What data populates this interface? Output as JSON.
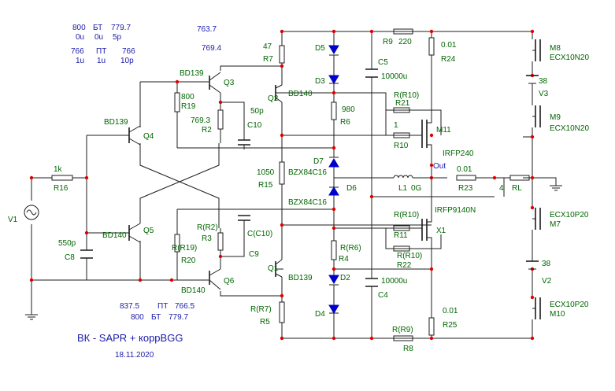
{
  "title": "ВК - SAPR + коррBGG",
  "date": "18.11.2020",
  "annotations": {
    "top_row1": [
      "800",
      "БТ",
      "779.7"
    ],
    "top_row2": [
      "0u",
      "0u",
      "5p"
    ],
    "top_row3": [
      "766",
      "ПТ",
      "766"
    ],
    "top_row4": [
      "1u",
      "1u",
      "10p"
    ],
    "v1": "763.7",
    "v2": "769.4",
    "bot_row1": [
      "837.5",
      "ПТ",
      "766.5"
    ],
    "bot_row2": [
      "800",
      "БТ",
      "779.7"
    ]
  },
  "labels": {
    "V1": "V1",
    "R16": "R16",
    "R16v": "1k",
    "C8": "C8",
    "C8v": "550p",
    "Q4": "Q4",
    "Q4t": "BD139",
    "Q5": "Q5",
    "Q5t": "BD140",
    "Q3": "Q3",
    "Q3t": "BD139",
    "Q6": "Q6",
    "Q6t": "BD140",
    "R19": "R19",
    "R19v": "800",
    "R2": "R2",
    "R2v": "769.3",
    "C10": "C10",
    "C10v": "50p",
    "R20": "R20",
    "R20v": "R(R19)",
    "R3": "R3",
    "R3v": "R(R2)",
    "C9": "C9",
    "C9v": "C(C10)",
    "R7": "R7",
    "R7v": "47",
    "Q2": "Q2",
    "Q2t": "BD140",
    "R15": "R15",
    "R15v": "1050",
    "Q1": "Q1",
    "Q1t": "BD139",
    "R5": "R5",
    "R5v": "R(R7)",
    "D5": "D5",
    "D3": "D3",
    "D7": "D7",
    "D7t": "BZX84C16",
    "D6": "D6",
    "D6t": "BZX84C16",
    "D2": "D2",
    "D4": "D4",
    "R6": "R6",
    "R6v": "980",
    "R4": "R4",
    "R4v": "R(R6)",
    "C5": "C5",
    "C5v": "10000u",
    "C4": "C4",
    "C4v": "10000u",
    "R9": "R9",
    "R9v": "220",
    "R8": "R8",
    "R8v": "R(R9)",
    "R24": "R24",
    "R24v": "0.01",
    "R25": "R25",
    "R25v": "0.01",
    "R21": "R21",
    "R21v": "R(R10)",
    "R10": "R10",
    "R10v": "1",
    "M11": "M11",
    "M11t": "IRFP240",
    "R11": "R11",
    "R11v": "R(R10)",
    "X1": "X1",
    "X1t": "IRFP9140N",
    "R22": "R22",
    "R22v": "R(R10)",
    "L1": "L1",
    "L1v": "0G",
    "R23": "R23",
    "R23v": "0.01",
    "out": "Out",
    "RL": "RL",
    "RLv": "4",
    "M8": "M8",
    "M8t": "ECX10N20",
    "M9": "M9",
    "M9t": "ECX10N20",
    "M7": "M7",
    "M7t": "ECX10P20",
    "M10": "M10",
    "M10t": "ECX10P20",
    "V3": "V3",
    "V3v": "38",
    "V2": "V2",
    "V2v": "38"
  }
}
